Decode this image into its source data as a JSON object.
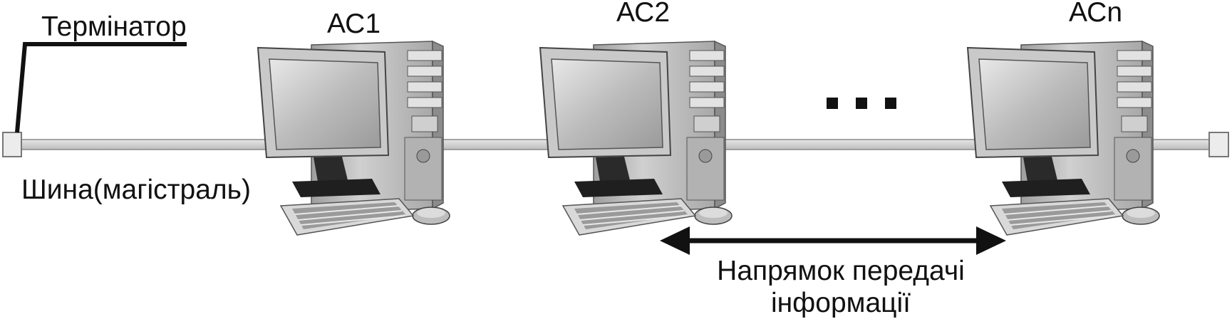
{
  "labels": {
    "terminator": "Термінатор",
    "bus": "Шина(магістраль)",
    "direction_line1": "Напрямок передачі",
    "direction_line2": "інформації",
    "ellipsis": "..."
  },
  "stations": [
    {
      "name": "АС1"
    },
    {
      "name": "АС2"
    },
    {
      "name": "АСn"
    }
  ],
  "colors": {
    "bus_fill": "#d6d6d6",
    "bus_stroke": "#8a8a8a",
    "monitor_body": "#cfcfcf",
    "screen": "#bfbfbf",
    "tower": "#bdbdbd",
    "keyboard": "#d9d9d9",
    "dark": "#1a1a1a"
  }
}
